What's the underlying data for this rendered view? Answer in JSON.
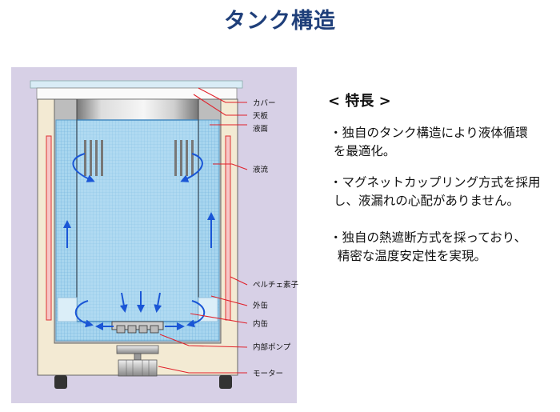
{
  "title": "タンク構造",
  "features": {
    "heading": "< 特長 >",
    "items": [
      "・独自のタンク構造により液体循環\n を最適化。",
      "・マグネットカップリング方式を採用\n し、液漏れの心配がありません。",
      "・独自の熱遮断方式を採っており、\n  精密な温度安定性を実現。"
    ]
  },
  "labels": {
    "cover": "カバー",
    "top_plate": "天板",
    "liquid_surface": "液面",
    "liquid_flow": "液流",
    "peltier": "ペルチェ素子",
    "outer_can": "外缶",
    "inner_can": "内缶",
    "internal_pump": "内部ポンプ",
    "motor": "モーター"
  },
  "colors": {
    "title": "#1f3f7a",
    "background_panel": "#d7d0e6",
    "liquid": "#9fd3ee",
    "arrow": "#1a56d6",
    "leader_line": "#e0202a",
    "peltier": "#f08080"
  }
}
